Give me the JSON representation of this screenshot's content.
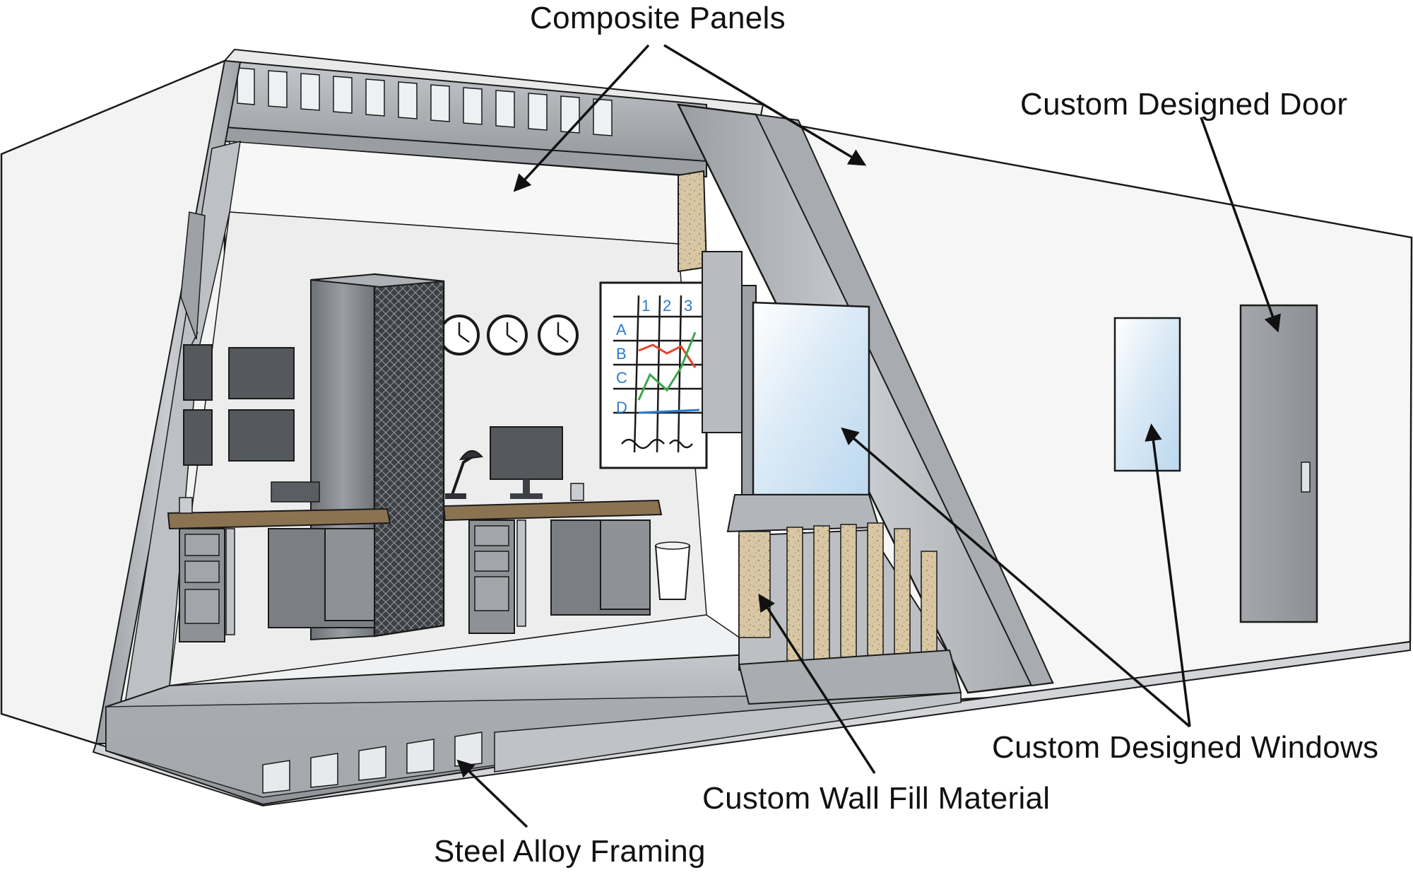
{
  "labels": {
    "composite_panels": "Composite Panels",
    "custom_door": "Custom Designed Door",
    "custom_windows": "Custom Designed Windows",
    "wall_fill": "Custom Wall Fill Material",
    "steel_framing": "Steel Alloy Framing"
  },
  "whiteboard": {
    "columns": [
      "1",
      "2",
      "3"
    ],
    "rows": [
      "A",
      "B",
      "C",
      "D"
    ]
  },
  "colors": {
    "outline": "#1a1a1a",
    "steel": "#b9bcc0",
    "steel_dark": "#8e9296",
    "wall_white": "#f4f4f4",
    "desk_top": "#8b7352",
    "insulation": "#d9c8a8",
    "glass": "#dcecf7",
    "chart_red": "#e8442a",
    "chart_green": "#3aa64a",
    "chart_blue": "#2b7ccf"
  }
}
